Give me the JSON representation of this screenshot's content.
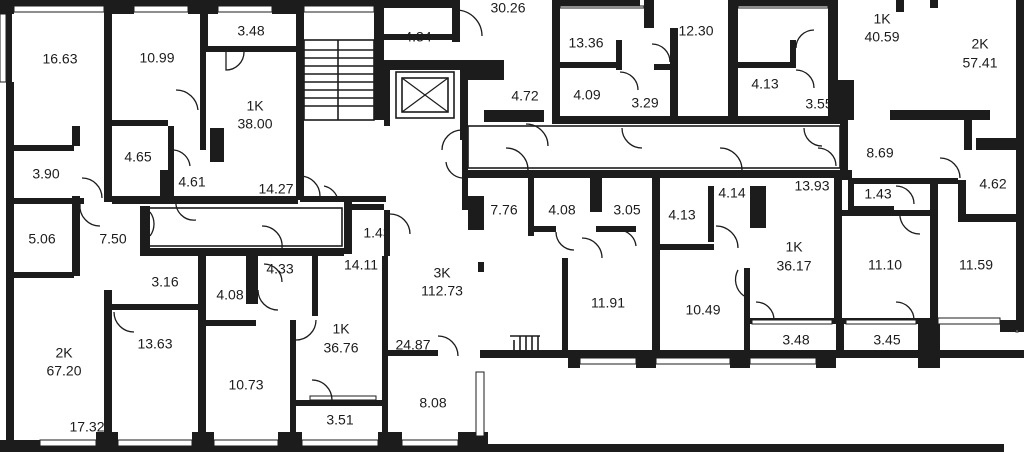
{
  "plan": {
    "apartments": [
      {
        "type": "1K",
        "area": "38.00"
      },
      {
        "type": "1K",
        "area": "40.59"
      },
      {
        "type": "2K",
        "area": "57.41"
      },
      {
        "type": "3K",
        "area": "112.73"
      },
      {
        "type": "1K",
        "area": "36.17"
      },
      {
        "type": "2K",
        "area": "67.20"
      },
      {
        "type": "1K",
        "area": "36.76"
      }
    ],
    "rooms": [
      "16.63",
      "10.99",
      "3.48",
      "4.34",
      "30.26",
      "13.36",
      "12.30",
      "4.09",
      "3.29",
      "4.72",
      "4.13",
      "3.55",
      "4.65",
      "4.61",
      "14.27",
      "3.90",
      "8.69",
      "5.06",
      "7.50",
      "1.43",
      "7.76",
      "4.08",
      "3.05",
      "4.13",
      "4.14",
      "13.93",
      "1.43",
      "4.62",
      "4.33",
      "14.11",
      "11.10",
      "11.59",
      "3.16",
      "4.08",
      "11.91",
      "10.49",
      "13.63",
      "24.87",
      "3.48",
      "3.45",
      "10.73",
      "8.08",
      "17.32",
      "3.51"
    ]
  }
}
